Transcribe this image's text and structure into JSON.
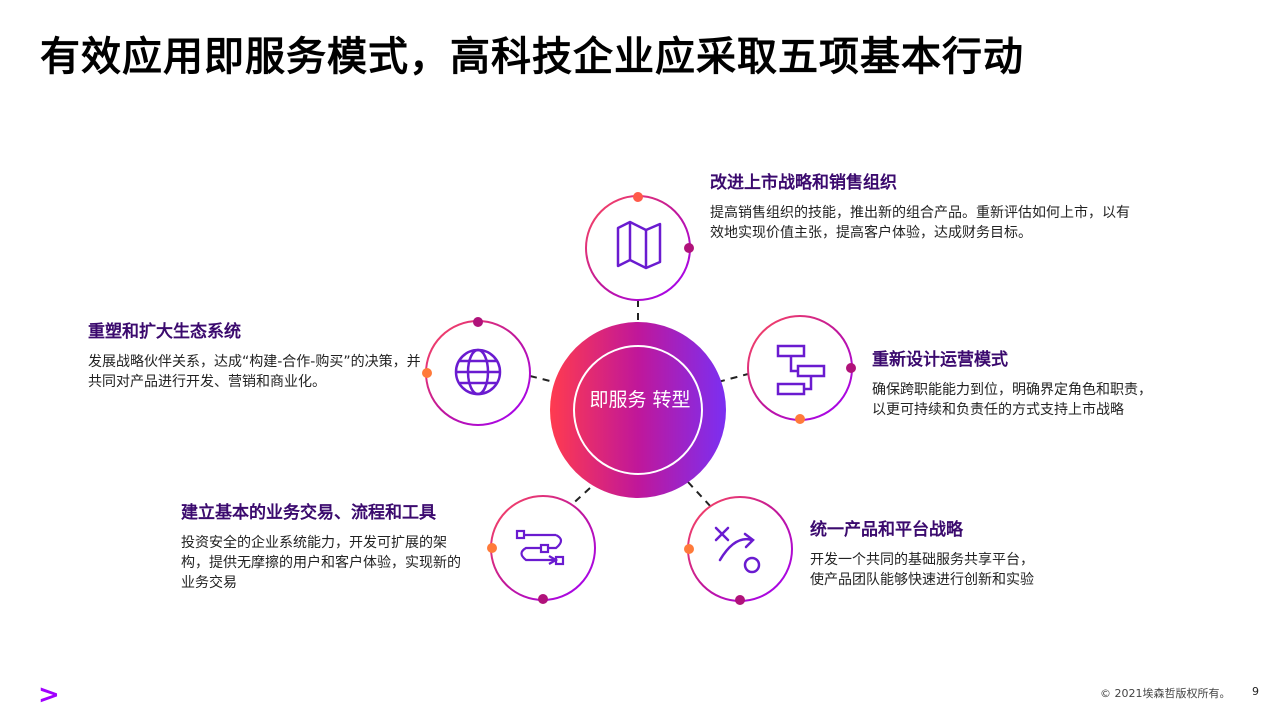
{
  "title": "有效应用即服务模式，高科技企业应采取五项基本行动",
  "hub": {
    "label": "即服务 转型"
  },
  "actions": [
    {
      "title": "改进上市战略和销售组织",
      "desc": "提高销售组织的技能，推出新的组合产品。重新评估如何上市，以有效地实现价值主张，提高客户体验，达成财务目标。",
      "icon": "map-icon"
    },
    {
      "title": "重新设计运营模式",
      "desc": "确保跨职能能力到位，明确界定角色和职责，\n以更可持续和负责任的方式支持上市战略",
      "icon": "flowchart-icon"
    },
    {
      "title": "统一产品和平台战略",
      "desc": "开发一个共同的基础服务共享平台，\n使产品团队能够快速进行创新和实验",
      "icon": "strategy-icon"
    },
    {
      "title": "建立基本的业务交易、流程和工具",
      "desc": "投资安全的企业系统能力，开发可扩展的架构，提供无摩擦的用户和客户体验，实现新的业务交易",
      "icon": "process-icon"
    },
    {
      "title": "重塑和扩大生态系统",
      "desc": "发展战略伙伴关系，达成“构建-合作-购买”的决策，并共同对产品进行开发、营销和商业化。",
      "icon": "globe-icon"
    }
  ],
  "footer": {
    "logo": ">",
    "copyright": "© 2021埃森哲版权所有。",
    "page_number": "9"
  },
  "colors": {
    "purple": "#a100ff",
    "dark_purple": "#3b0a6e",
    "magenta": "#b0127a",
    "orange": "#ff5a4a"
  }
}
